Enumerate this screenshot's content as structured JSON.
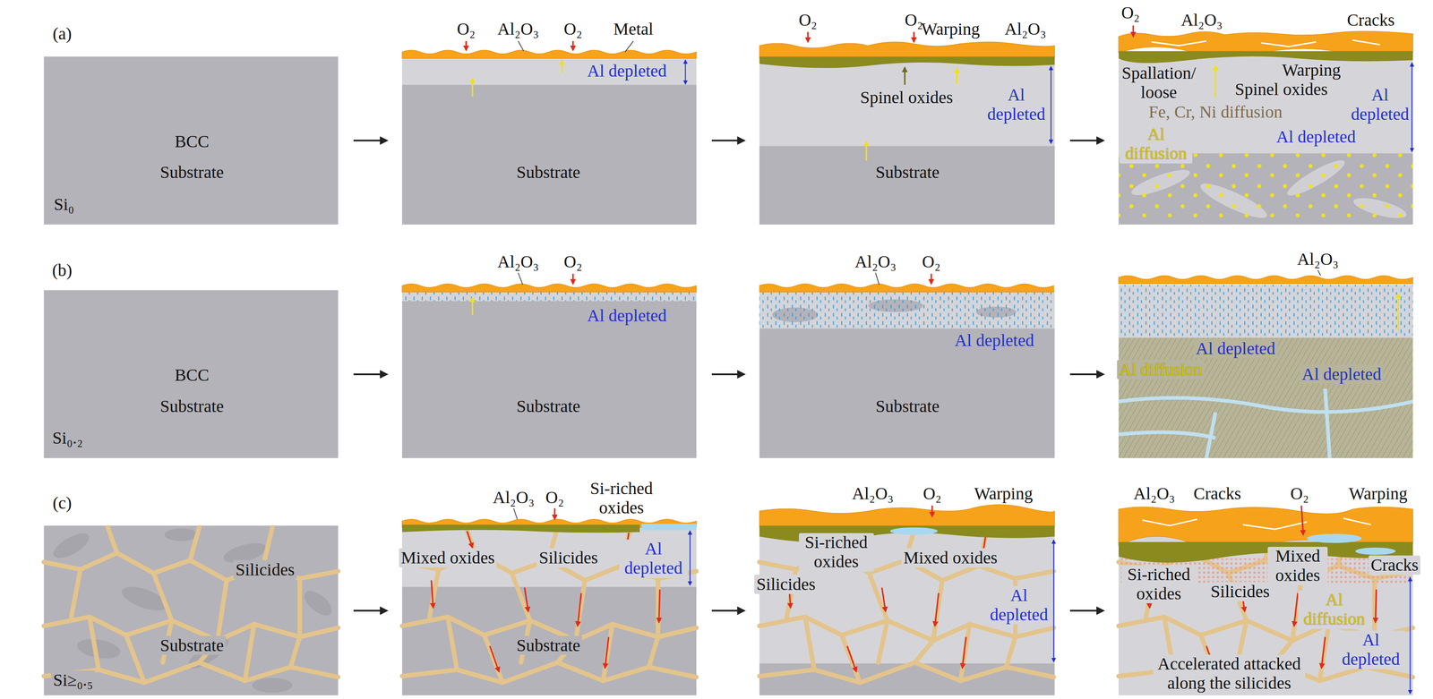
{
  "diagram": {
    "nodes": [
      {
        "text": [
          "BCC",
          "Substrate",
          "Si₀"
        ]
      },
      {
        "text": [
          "O₂",
          "Al₂O₃",
          "O₂",
          "Metal",
          "Al depleted",
          "Substrate"
        ]
      },
      {
        "text": [
          "O₂",
          "O₂",
          "Warping",
          "Al₂O₃",
          "Spinel oxides",
          "Al depleted",
          "Substrate"
        ]
      },
      {
        "text": [
          "O₂",
          "Al₂O₃",
          "Cracks",
          "Warping",
          "Spallation/ loose",
          "Spinel oxides",
          "Al depleted",
          "Fe, Cr, Ni diffusion",
          "Al diffusion",
          "Al depleted"
        ]
      },
      {
        "text": [
          "BCC",
          "Substrate",
          "Si₀.₂"
        ]
      },
      {
        "text": [
          "Al₂O₃",
          "O₂",
          "Al depleted",
          "Substrate"
        ]
      },
      {
        "text": [
          "Al₂O₃",
          "O₂",
          "Al depleted",
          "Substrate"
        ]
      },
      {
        "text": [
          "Al₂O₃",
          "Al depleted",
          "Al diffusion",
          "Al depleted"
        ]
      },
      {
        "text": [
          "Silicides",
          "Substrate",
          "Si≥₀.₅"
        ]
      },
      {
        "text": [
          "Al₂O₃",
          "O₂",
          "Si-riched oxides",
          "Mixed oxides",
          "Silicides",
          "Al depleted",
          "Substrate"
        ]
      },
      {
        "text": [
          "Al₂O₃",
          "O₂",
          "Warping",
          "Si-riched oxides",
          "Mixed oxides",
          "Silicides",
          "Al depleted"
        ]
      },
      {
        "text": [
          "Al₂O₃",
          "Cracks",
          "O₂",
          "Warping",
          "Mixed oxides",
          "Cracks",
          "Si-riched oxides",
          "Silicides",
          "Al diffusion",
          "Al depleted",
          "Accelerated attacked along the silicides"
        ]
      }
    ],
    "edges": [
      {
        "from": 0,
        "to": 1,
        "arrow": "to"
      },
      {
        "from": 1,
        "to": 2,
        "arrow": "to"
      },
      {
        "from": 2,
        "to": 3,
        "arrow": "to"
      },
      {
        "from": 4,
        "to": 5,
        "arrow": "to"
      },
      {
        "from": 5,
        "to": 6,
        "arrow": "to"
      },
      {
        "from": 6,
        "to": 7,
        "arrow": "to"
      },
      {
        "from": 8,
        "to": 9,
        "arrow": "to"
      },
      {
        "from": 9,
        "to": 10,
        "arrow": "to"
      },
      {
        "from": 10,
        "to": 11,
        "arrow": "to"
      }
    ],
    "labels": [
      "(a)",
      "(b)",
      "(c)"
    ]
  }
}
